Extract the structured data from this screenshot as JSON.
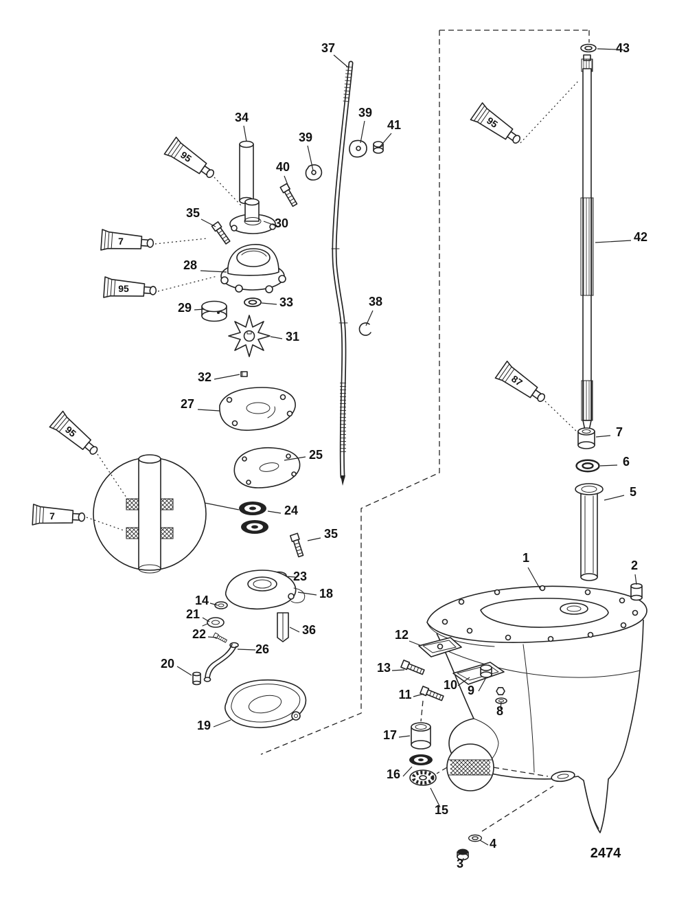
{
  "figure": {
    "drawing_number": "2474",
    "background": "#ffffff",
    "line_color": "#222222"
  },
  "callouts": [
    {
      "label": "37"
    },
    {
      "label": "39"
    },
    {
      "label": "41"
    },
    {
      "label": "40"
    },
    {
      "label": "39"
    },
    {
      "label": "34"
    },
    {
      "label": "35"
    },
    {
      "label": "30"
    },
    {
      "label": "28"
    },
    {
      "label": "33"
    },
    {
      "label": "29"
    },
    {
      "label": "31"
    },
    {
      "label": "38"
    },
    {
      "label": "32"
    },
    {
      "label": "27"
    },
    {
      "label": "25"
    },
    {
      "label": "24"
    },
    {
      "label": "35"
    },
    {
      "label": "23"
    },
    {
      "label": "18"
    },
    {
      "label": "14"
    },
    {
      "label": "21"
    },
    {
      "label": "22"
    },
    {
      "label": "36"
    },
    {
      "label": "26"
    },
    {
      "label": "20"
    },
    {
      "label": "19"
    },
    {
      "label": "43"
    },
    {
      "label": "42"
    },
    {
      "label": "7"
    },
    {
      "label": "6"
    },
    {
      "label": "5"
    },
    {
      "label": "1"
    },
    {
      "label": "2"
    },
    {
      "label": "12"
    },
    {
      "label": "13"
    },
    {
      "label": "11"
    },
    {
      "label": "10"
    },
    {
      "label": "9"
    },
    {
      "label": "8"
    },
    {
      "label": "17"
    },
    {
      "label": "16"
    },
    {
      "label": "15"
    },
    {
      "label": "4"
    },
    {
      "label": "3"
    }
  ],
  "tubes": [
    {
      "label": "95"
    },
    {
      "label": "7"
    },
    {
      "label": "95"
    },
    {
      "label": "95"
    },
    {
      "label": "7"
    },
    {
      "label": "95"
    },
    {
      "label": "87"
    }
  ]
}
